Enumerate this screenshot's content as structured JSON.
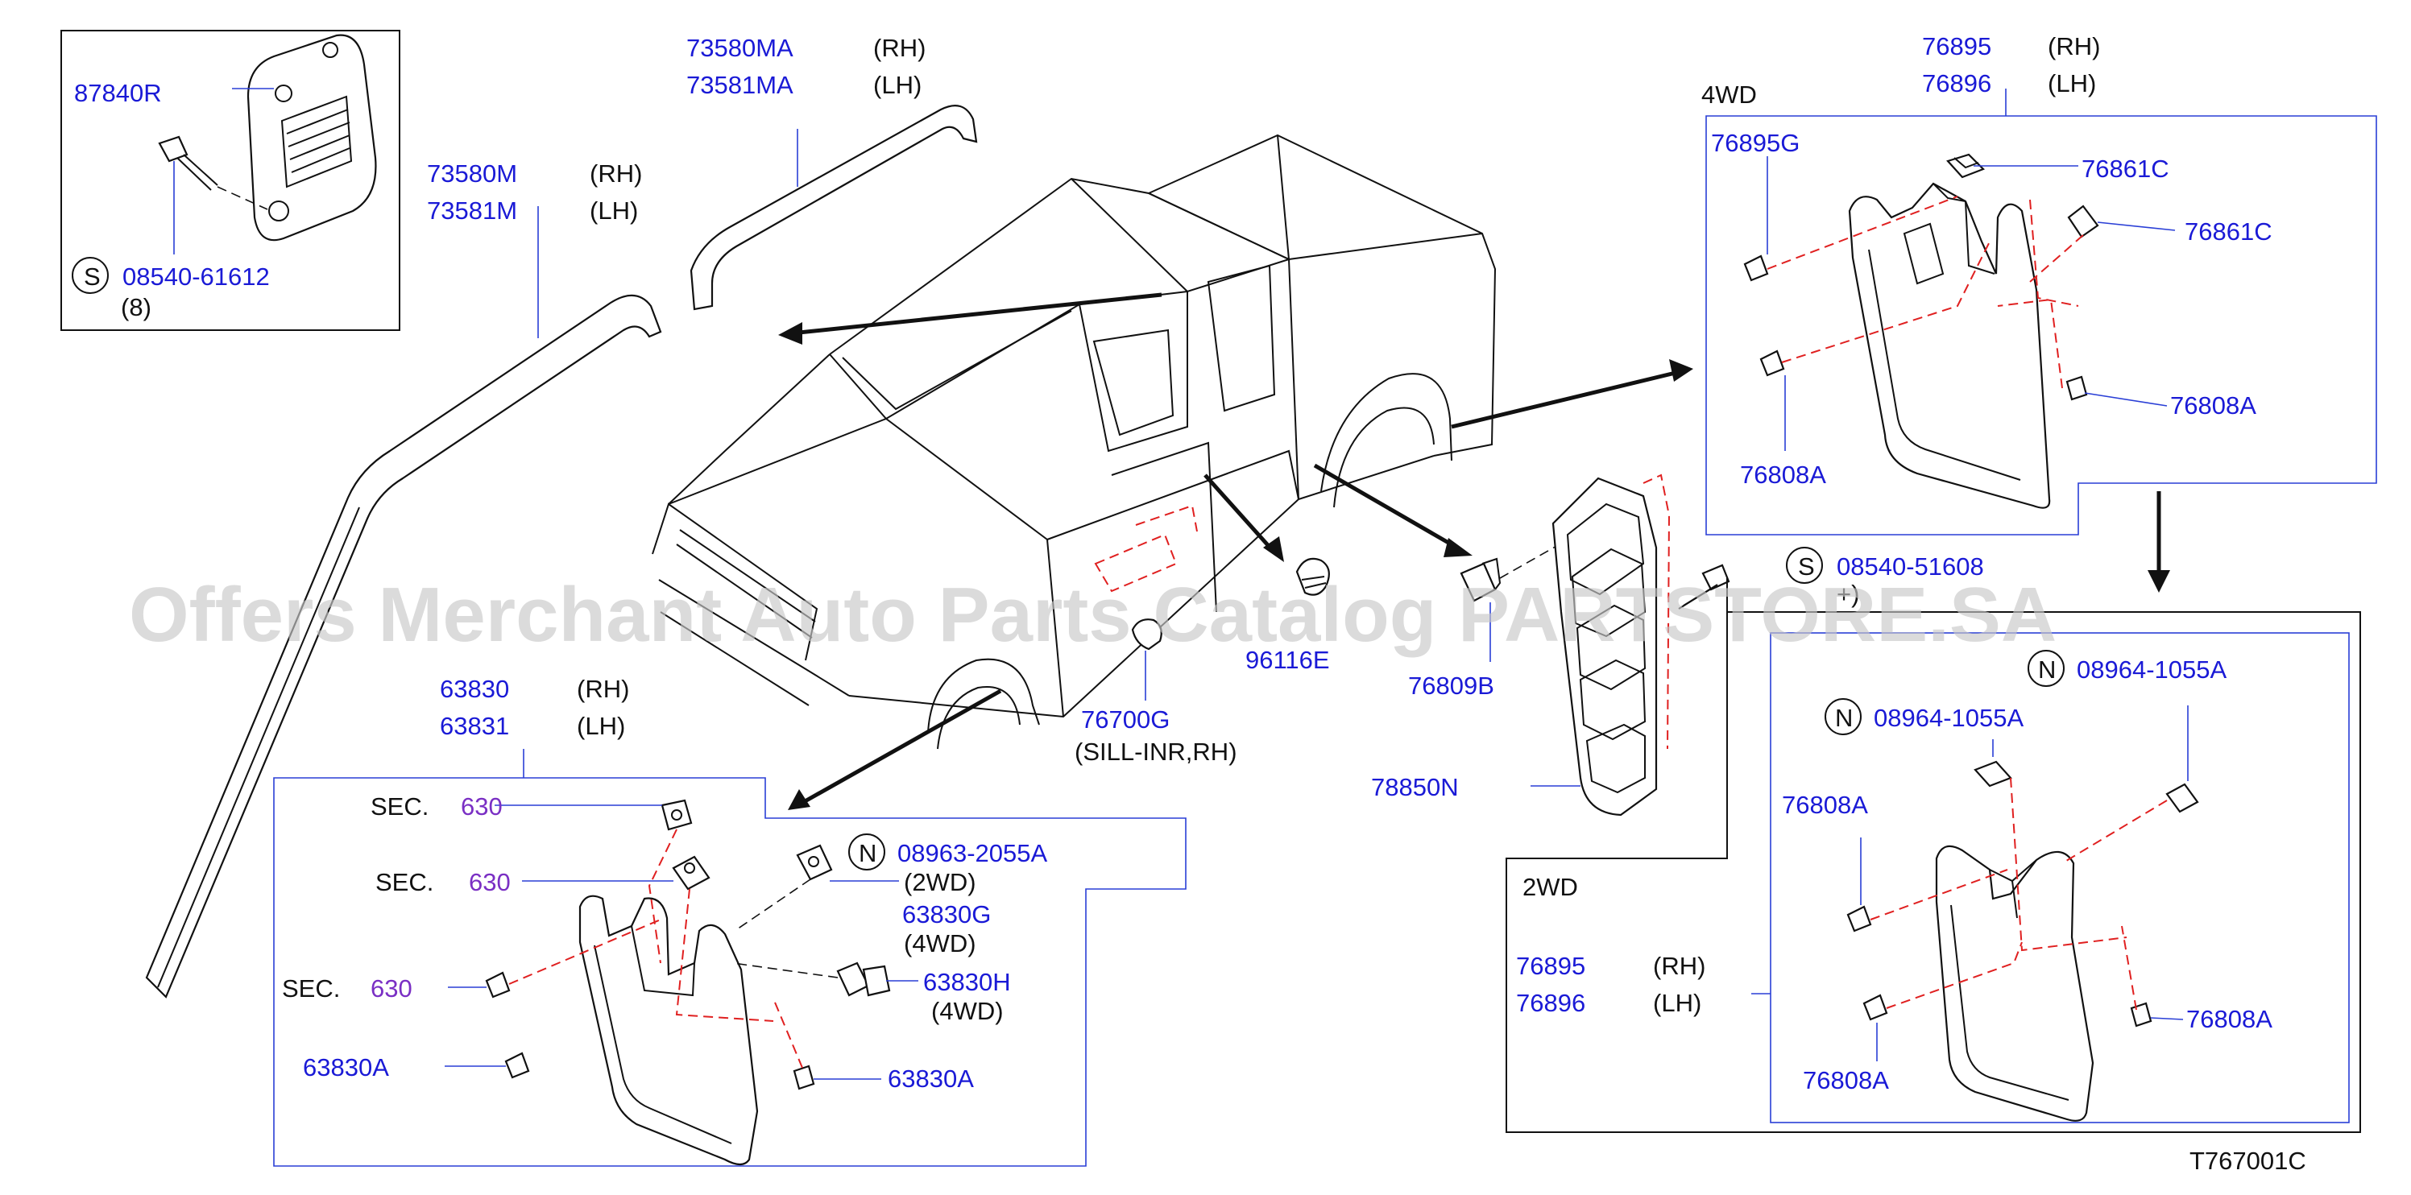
{
  "labels": {
    "p87840r": "87840R",
    "s_badge": "S",
    "p08540_61612": "08540-61612",
    "qty8": "(8)",
    "p73580ma": "73580MA",
    "p73581ma": "73581MA",
    "p73580m": "73580M",
    "p73581m": "73581M",
    "rh": "(RH)",
    "lh": "(LH)",
    "p76895": "76895",
    "p76896": "76896",
    "fourwd": "4WD",
    "twowd": "2WD",
    "p76895g": "76895G",
    "p76861c": "76861C",
    "p76808a": "76808A",
    "p08540_51608": "08540-51608",
    "plus_mark": "+)",
    "n_badge": "N",
    "p08964_1055a": "08964-1055A",
    "p96116e": "96116E",
    "p76809b": "76809B",
    "p76700g": "76700G",
    "sill_inr_rh": "(SILL-INR,RH)",
    "p78850n": "78850N",
    "p63830": "63830",
    "p63831": "63831",
    "sec": "SEC.",
    "sec630": "630",
    "p08963_2055a": "08963-2055A",
    "twowd_paren": "(2WD)",
    "p63830g": "63830G",
    "fourwd_paren": "(4WD)",
    "p63830h": "63830H",
    "p63830a": "63830A",
    "diagram_code": "T767001C",
    "watermark": "Offers Merchant Auto Parts Catalog PARTSTORE.SA"
  },
  "colors": {
    "part_number": "#1a1ad6",
    "section_ref": "#7a2fc4",
    "leader": "#2a3fd6",
    "hidden_line": "#e02020",
    "text": "#111111"
  }
}
